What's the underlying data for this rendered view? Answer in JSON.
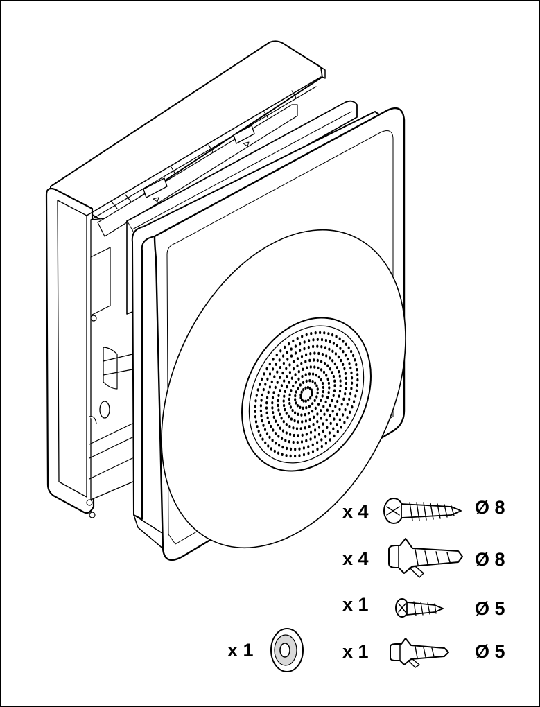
{
  "parts": [
    {
      "id": "screw-8",
      "icon": "pan-head-screw-icon",
      "quantity": "x 4",
      "diameter": "Ø 8"
    },
    {
      "id": "plug-8",
      "icon": "wall-plug-icon",
      "quantity": "x 4",
      "diameter": "Ø 8"
    },
    {
      "id": "screw-5",
      "icon": "countersunk-screw-icon",
      "quantity": "x 1",
      "diameter": "Ø 5"
    },
    {
      "id": "plug-5",
      "icon": "wall-plug-small-icon",
      "quantity": "x 1",
      "diameter": "Ø 5"
    },
    {
      "id": "washer",
      "icon": "washer-icon",
      "quantity": "x 1",
      "diameter": ""
    }
  ],
  "colors": {
    "line": "#000000",
    "fill": "#ffffff",
    "shade": "#d9d9d9"
  }
}
